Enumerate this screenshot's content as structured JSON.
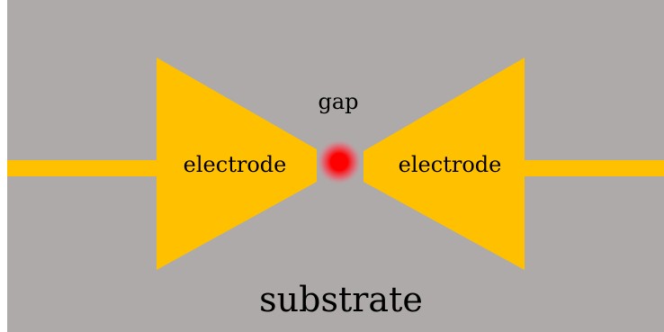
{
  "labels": {
    "left_electrode": "electrode",
    "right_electrode": "electrode",
    "gap": "gap",
    "substrate": "substrate"
  },
  "colors": {
    "substrate": "#aeaaaa",
    "electrode": "#ffc000",
    "gap_spot": "#ff0000",
    "text": "#000000"
  }
}
